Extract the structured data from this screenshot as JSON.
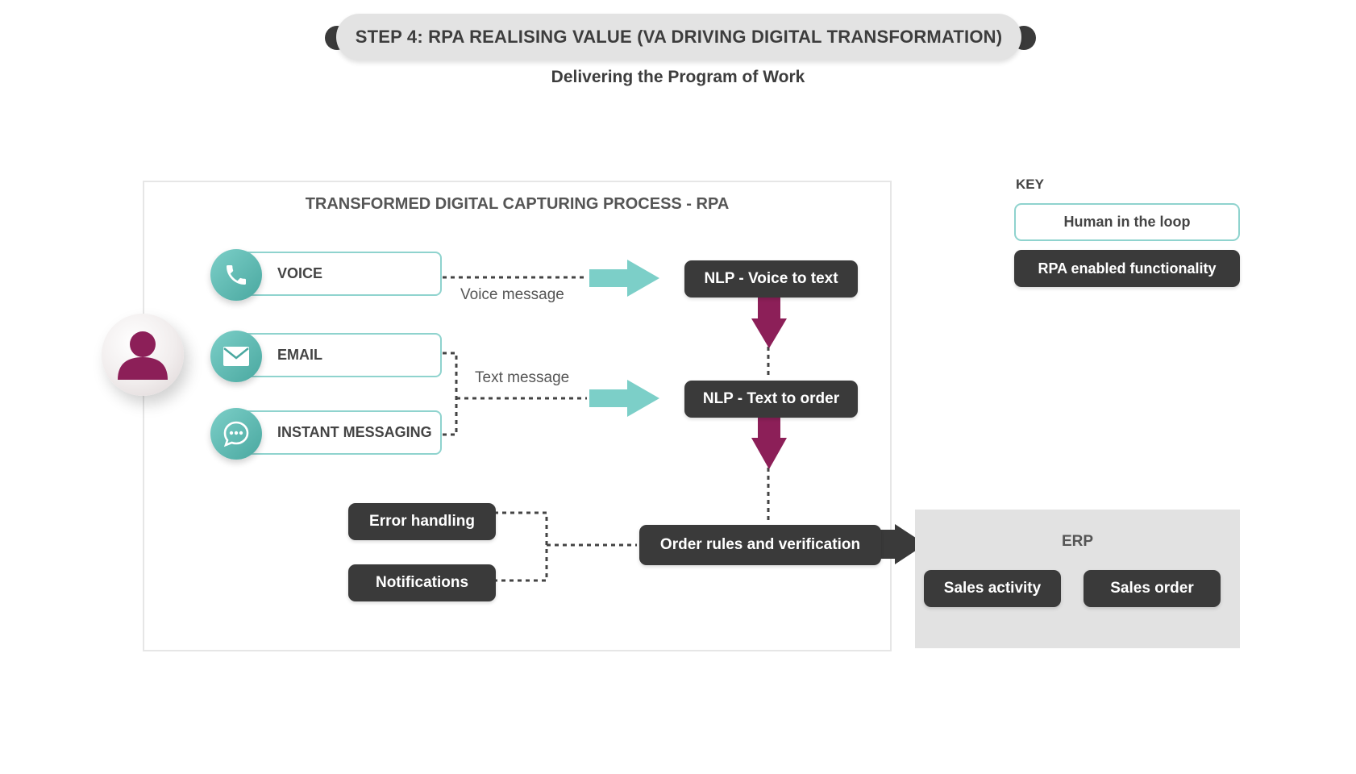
{
  "header": {
    "title": "STEP 4: RPA REALISING VALUE (VA DRIVING DIGITAL TRANSFORMATION)",
    "subtitle": "Delivering the Program of Work"
  },
  "panel": {
    "title": "TRANSFORMED DIGITAL CAPTURING PROCESS - RPA"
  },
  "channels": [
    {
      "label": "VOICE",
      "icon": "phone-icon"
    },
    {
      "label": "EMAIL",
      "icon": "envelope-icon"
    },
    {
      "label": "INSTANT MESSAGING",
      "icon": "chat-bubble-icon"
    }
  ],
  "connectors": {
    "voice_message": "Voice message",
    "text_message": "Text message"
  },
  "nodes": {
    "nlp_voice": "NLP - Voice to text",
    "nlp_text": "NLP - Text to order",
    "order_rules": "Order rules and verification",
    "error_handling": "Error handling",
    "notifications": "Notifications"
  },
  "erp": {
    "title": "ERP",
    "sales_activity": "Sales activity",
    "sales_order": "Sales order"
  },
  "key": {
    "title": "KEY",
    "human": "Human in the loop",
    "rpa": "RPA enabled functionality"
  },
  "colors": {
    "teal": "#7ccfc8",
    "teal_border": "#8fd3ce",
    "dark_box": "#3a3a3a",
    "magenta": "#8c1f58",
    "erp_bg": "#e2e2e2"
  }
}
